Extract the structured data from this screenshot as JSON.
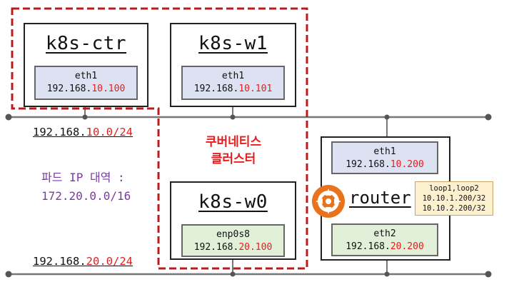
{
  "nodes": {
    "ctr": {
      "name": "k8s-ctr",
      "iface": "eth1",
      "ip_prefix": "192.168.",
      "ip_suffix": "10.100"
    },
    "w1": {
      "name": "k8s-w1",
      "iface": "eth1",
      "ip_prefix": "192.168.",
      "ip_suffix": "10.101"
    },
    "w0": {
      "name": "k8s-w0",
      "iface": "enp0s8",
      "ip_prefix": "192.168.",
      "ip_suffix": "20.100"
    }
  },
  "router": {
    "name": "router",
    "eth1": {
      "iface": "eth1",
      "ip_prefix": "192.168.",
      "ip_suffix": "10.200"
    },
    "eth2": {
      "iface": "eth2",
      "ip_prefix": "192.168.",
      "ip_suffix": "20.200"
    },
    "loopback": {
      "title": "loop1,loop2",
      "ip1": "10.10.1.200/32",
      "ip2": "10.10.2.200/32"
    }
  },
  "subnets": {
    "top": {
      "prefix": "192.168.",
      "suffix": "10.0/24"
    },
    "bottom": {
      "prefix": "192.168.",
      "suffix": "20.0/24"
    }
  },
  "pod_range": {
    "label": "파드 IP 대역 :",
    "value": "172.20.0.0/16"
  },
  "cluster": {
    "line1": "쿠버네티스",
    "line2": "클러스터"
  },
  "colors": {
    "highlight": "#e81c1c",
    "pod": "#7b3aa0",
    "cluster_border": "#b81c1c",
    "router_icon": "#e8731c"
  }
}
